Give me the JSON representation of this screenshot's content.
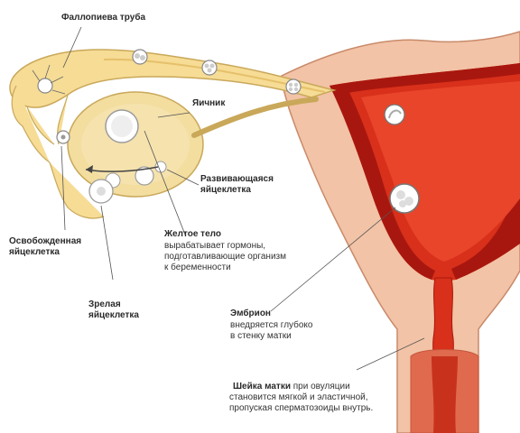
{
  "labels": {
    "fallopian_tube": "Фаллопиева труба",
    "ovary": "Яичник",
    "developing_egg": [
      "Развивающаяся",
      "яйцеклетка"
    ],
    "released_egg": [
      "Освобожденная",
      "яйцеклетка"
    ],
    "corpus_luteum": {
      "title": "Желтое тело",
      "lines": [
        "вырабатывает гормоны,",
        "подготавливающие организм",
        "к беременности"
      ]
    },
    "mature_egg": [
      "Зрелая",
      "яйцеклетка"
    ],
    "embryo": {
      "title": "Эмбрион",
      "lines": [
        "внедряется глубоко",
        "в стенку матки"
      ]
    },
    "cervix": {
      "title": "Шейка матки",
      "lines": [
        "при овуляции",
        "становится мягкой и эластичной,",
        "пропуская сперматозоиды внутрь."
      ]
    }
  },
  "colors": {
    "uterus_outer": "#f2c3a6",
    "uterus_inner": "#d8301a",
    "endometrium": "#a8170f",
    "tube": "#f6dc95",
    "tube_outline": "#c9a85a",
    "ovary": "#f3dea0",
    "egg": "#f4f0e6",
    "leader": "#555555"
  }
}
